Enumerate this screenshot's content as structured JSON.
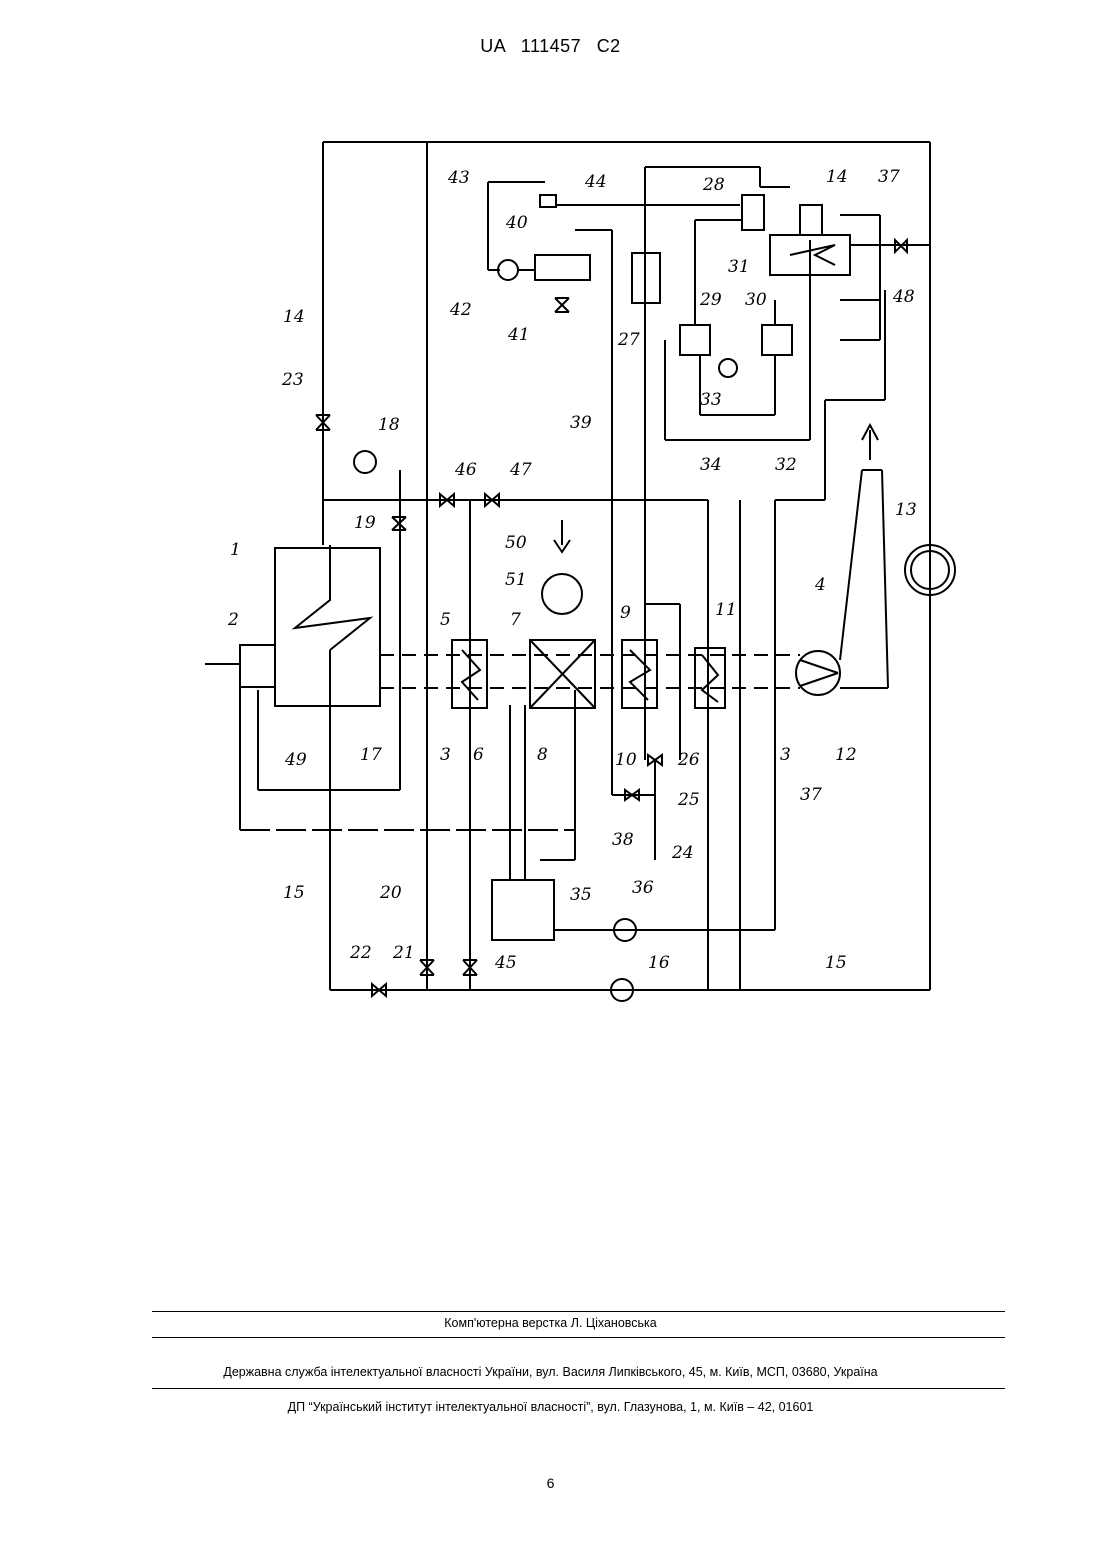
{
  "header": {
    "doc_id": "UA   111457   C2"
  },
  "figure": {
    "labels": [
      "1",
      "2",
      "3",
      "3",
      "4",
      "5",
      "6",
      "7",
      "8",
      "9",
      "10",
      "11",
      "12",
      "13",
      "14",
      "14",
      "15",
      "15",
      "16",
      "17",
      "18",
      "19",
      "20",
      "21",
      "22",
      "23",
      "24",
      "25",
      "26",
      "27",
      "28",
      "29",
      "30",
      "31",
      "32",
      "33",
      "34",
      "35",
      "36",
      "37",
      "37",
      "38",
      "39",
      "40",
      "41",
      "42",
      "43",
      "44",
      "45",
      "46",
      "47",
      "48",
      "49",
      "50",
      "51"
    ]
  },
  "footer": {
    "layout_credit": "Комп'ютерна верстка Л. Ціхановська",
    "agency": "Державна служба інтелектуальної власності України, вул. Василя Липківського, 45, м. Київ, МСП, 03680, Україна",
    "institute": "ДП “Український інститут інтелектуальної власності”, вул. Глазунова, 1, м. Київ – 42, 01601"
  },
  "page_number": "6"
}
